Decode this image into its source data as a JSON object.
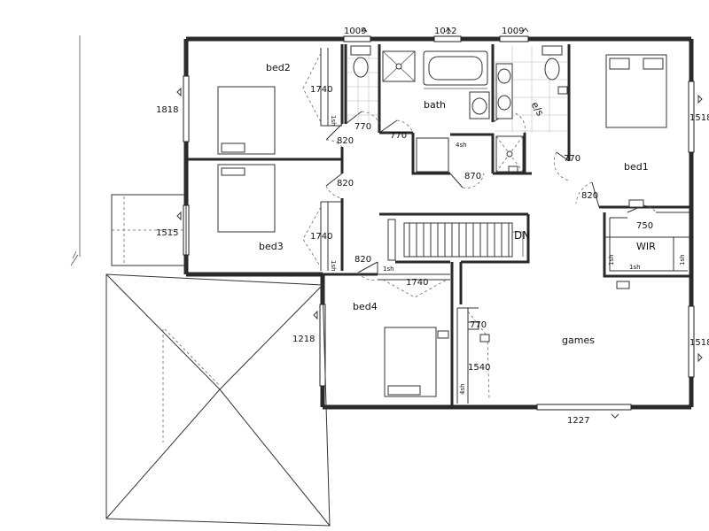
{
  "rooms": {
    "bed1": "bed1",
    "bed2": "bed2",
    "bed3": "bed3",
    "bed4": "bed4",
    "bath": "bath",
    "ensuite": "e/s",
    "wir": "WIR",
    "games": "games",
    "stairs_down": "DN"
  },
  "dims": {
    "d1818": "1818",
    "d1515": "1515",
    "d1218": "1218",
    "d1227": "1227",
    "d1518_top": "1518",
    "d1518_bottom": "1518",
    "top_a": "1009",
    "top_b": "1012",
    "top_c": "1009",
    "bed2_wardrobe": "1740",
    "bed3_wardrobe": "1740",
    "bed4_wardrobe": "1740",
    "door_bed2": "820",
    "door_bed3": "820",
    "door_bed4": "820",
    "door_bed1": "820",
    "door_bath_a": "770",
    "door_bath_b": "770",
    "door_es": "770",
    "door_linen": "870",
    "wir_door": "750",
    "games_770": "770",
    "games_1540": "1540"
  },
  "shelves": {
    "bed2": "1sh",
    "bed3": "1sh",
    "bed4": "1sh",
    "linen": "4sh",
    "wir_a": "1sh",
    "wir_b": "1sh",
    "wir_c": "1sh",
    "hall": "4sh"
  }
}
